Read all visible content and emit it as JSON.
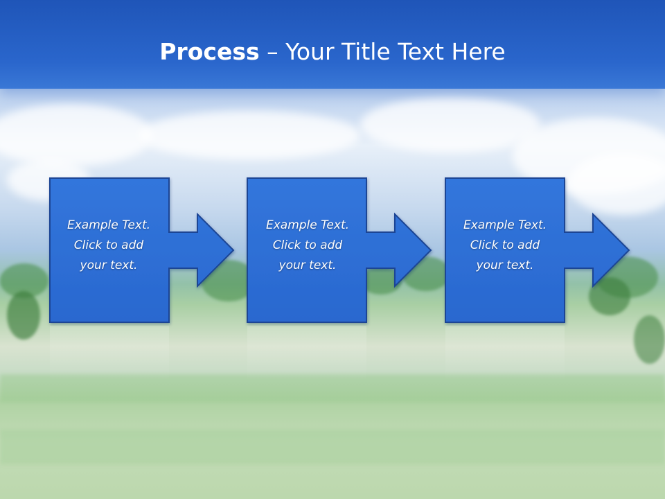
{
  "title": {
    "strong": "Process",
    "rest": " – Your Title Text Here"
  },
  "steps": [
    {
      "lines": [
        "Example Text.",
        "Click  to add",
        "your text."
      ]
    },
    {
      "lines": [
        "Example Text.",
        "Click  to add",
        "your text."
      ]
    },
    {
      "lines": [
        "Example Text.",
        "Click  to add",
        "your text."
      ]
    }
  ],
  "colors": {
    "title_bar": "#2a66cc",
    "step_fill": "#2e6fd6",
    "step_stroke": "#1b4594",
    "text": "#ffffff"
  }
}
